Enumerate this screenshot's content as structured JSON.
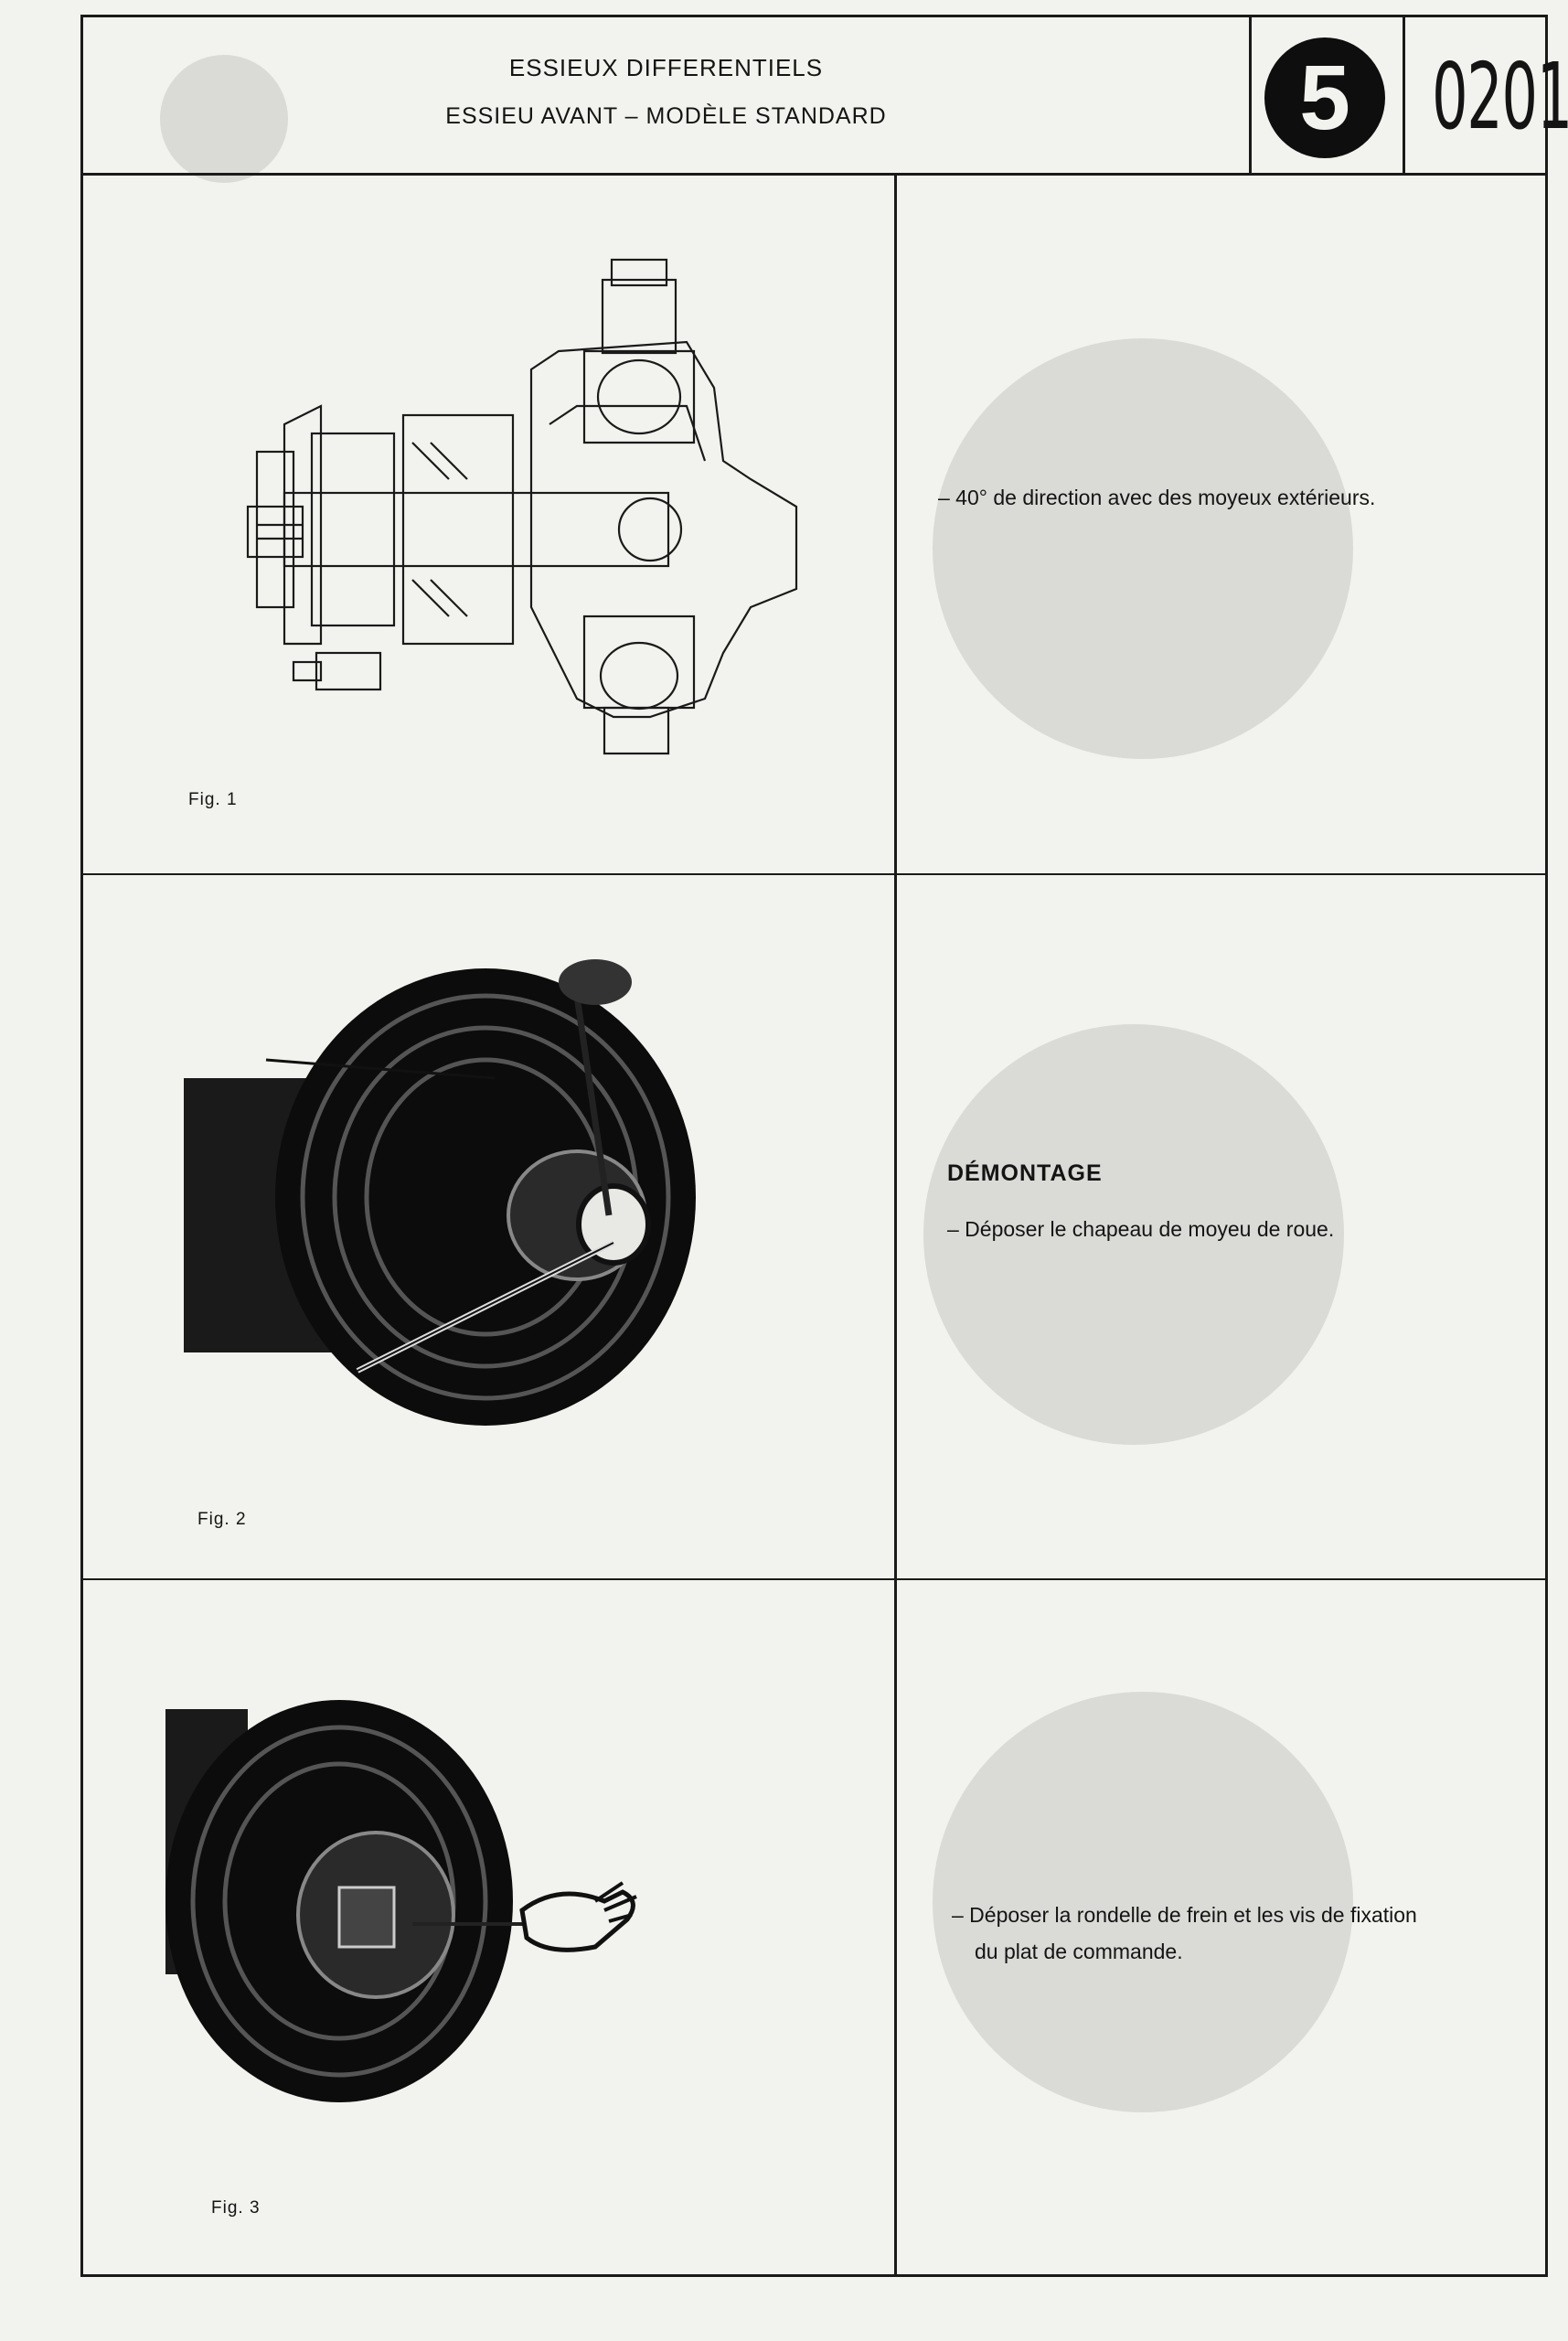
{
  "header": {
    "title": "ESSIEUX DIFFERENTIELS",
    "subtitle": "ESSIEU AVANT – MODÈLE STANDARD",
    "section_number": "5",
    "page_number": "0201"
  },
  "rows": [
    {
      "figure_label": "Fig. 1",
      "text": "– 40° de direction avec des moyeux extérieurs."
    },
    {
      "figure_label": "Fig. 2",
      "heading": "DÉMONTAGE",
      "text": "– Déposer le chapeau de moyeu de roue."
    },
    {
      "figure_label": "Fig. 3",
      "text_line1": "– Déposer la rondelle de frein et les vis de fixation",
      "text_line2": "du plat de commande."
    }
  ],
  "colors": {
    "ink": "#141414",
    "paper": "#f2f2ee"
  },
  "icons": [
    "section-badge-circle"
  ]
}
